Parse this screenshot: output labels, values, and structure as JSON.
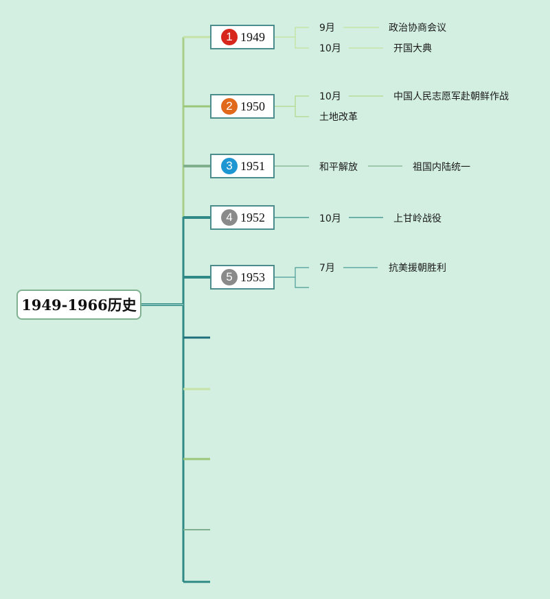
{
  "root": {
    "title": "1949-1966历史"
  },
  "years": [
    {
      "num": "1",
      "year": "1949",
      "badge_color": "#d7261c"
    },
    {
      "num": "2",
      "year": "1950",
      "badge_color": "#e0691c"
    },
    {
      "num": "3",
      "year": "1951",
      "badge_color": "#1e96d2"
    },
    {
      "num": "4",
      "year": "1952",
      "badge_color": "#8a8a8a"
    },
    {
      "num": "5",
      "year": "1953",
      "badge_color": "#8a8a8a"
    }
  ],
  "events": {
    "y1949": [
      {
        "time": "9月",
        "event": "政治协商会议"
      },
      {
        "time": "10月",
        "event": "开国大典"
      }
    ],
    "y1950": [
      {
        "time": "10月",
        "event": "中国人民志愿军赴朝鲜作战"
      },
      {
        "time": "土地改革"
      }
    ],
    "y1951": [
      {
        "time": "和平解放",
        "event": "祖国内陆统一"
      }
    ],
    "y1952": [
      {
        "time": "10月",
        "event": "上甘岭战役"
      }
    ],
    "y1953": [
      {
        "time": "7月",
        "event": "抗美援朝胜利"
      }
    ]
  },
  "colors": {
    "background": "#d3efe2",
    "trunk": "#2f8a86",
    "light_green": "#c5e3a7",
    "mid_green": "#9cc77b",
    "sage": "#7faf8c",
    "teal": "#2f8a86",
    "dark_teal": "#1f6f7a"
  }
}
